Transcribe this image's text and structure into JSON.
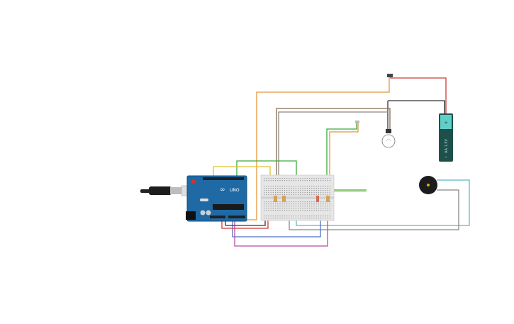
{
  "canvas": {
    "background": "#ffffff"
  },
  "arduino": {
    "board_label": "UNO",
    "brand_mark": "∞",
    "board_color": "#1f6aa5",
    "header_color": "#222222"
  },
  "battery": {
    "label": "AA 1.5V",
    "plus": "+",
    "minus": "−",
    "body_color": "#1f4f4a",
    "cap_color": "#5fd0c8"
  },
  "lightbulb": {
    "name": "incandescent-bulb"
  },
  "buzzer": {
    "name": "piezo-buzzer",
    "center_color": "#e0b000"
  },
  "breadboard": {
    "name": "breadboard-mini"
  },
  "wire_colors": {
    "orange": "#e8943a",
    "red": "#d03a3a",
    "black": "#333333",
    "brown": "#8a6a4a",
    "gray": "#888888",
    "green": "#3aaa3a",
    "yellow": "#e0c030",
    "cyan": "#5ab8c8",
    "blue": "#4a70c8",
    "magenta": "#b84aa8"
  }
}
